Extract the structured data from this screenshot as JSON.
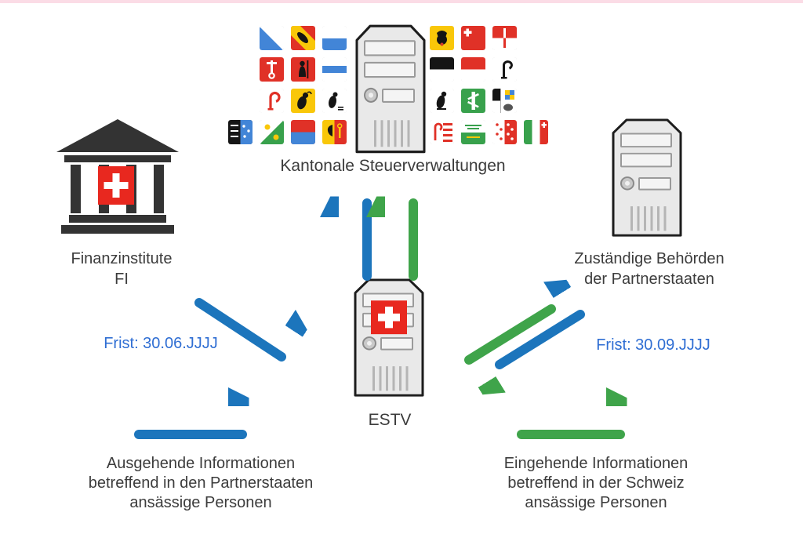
{
  "colors": {
    "arrow_blue": "#1C75BC",
    "arrow_green": "#3FA44A",
    "label_text": "#3C3C3C",
    "frist_text": "#2F6ED3",
    "top_bar_pink": "#FBDCE6",
    "swiss_flag_red": "#E8281F"
  },
  "nodes": {
    "cantonal_tax": {
      "label": "Kantonale Steuerverwaltungen",
      "icon": "server-icon"
    },
    "financial_institutions": {
      "lines": [
        "Finanzinstitute",
        "FI"
      ],
      "icon": "bank-swiss-flag-icon"
    },
    "estv": {
      "label": "ESTV",
      "icon": "server-swiss-flag-icon"
    },
    "partner_states": {
      "lines": [
        "Zuständige Behörden",
        "der Partnerstaaten"
      ],
      "icon": "server-icon"
    }
  },
  "deadlines": {
    "fi_to_estv": "Frist: 30.06.JJJJ",
    "estv_partner": "Frist: 30.09.JJJJ"
  },
  "legend": {
    "outgoing": {
      "color": "blue",
      "lines": [
        "Ausgehende Informationen",
        "betreffend in den Partnerstaaten",
        "ansässige Personen"
      ]
    },
    "incoming": {
      "color": "green",
      "lines": [
        "Eingehende Informationen",
        "betreffend in der Schweiz",
        "ansässige Personen"
      ]
    }
  },
  "flows": [
    {
      "from": "Finanzinstitute FI",
      "to": "ESTV",
      "color": "blue"
    },
    {
      "from": "ESTV",
      "to": "Kantonale Steuerverwaltungen",
      "color": "blue"
    },
    {
      "from": "ESTV",
      "to": "Kantonale Steuerverwaltungen",
      "color": "green"
    },
    {
      "from": "Zuständige Behörden der Partnerstaaten",
      "to": "ESTV",
      "color": "green"
    },
    {
      "from": "ESTV",
      "to": "Zuständige Behörden der Partnerstaaten",
      "color": "blue"
    }
  ],
  "flags": {
    "left_rows": [
      [
        "ZH",
        "BE",
        "LU"
      ],
      [
        "NW",
        "GL",
        "ZG"
      ],
      [
        "BL",
        "SH",
        "AR"
      ],
      [
        "AG",
        "TG",
        "TI",
        "GE"
      ]
    ],
    "right_rows": [
      [
        "UR",
        "SZ",
        "OW"
      ],
      [
        "FR",
        "SO",
        "BS"
      ],
      [
        "AI",
        "SG",
        "GR"
      ],
      [
        "JU",
        "VD",
        "VS",
        "NE"
      ]
    ]
  }
}
